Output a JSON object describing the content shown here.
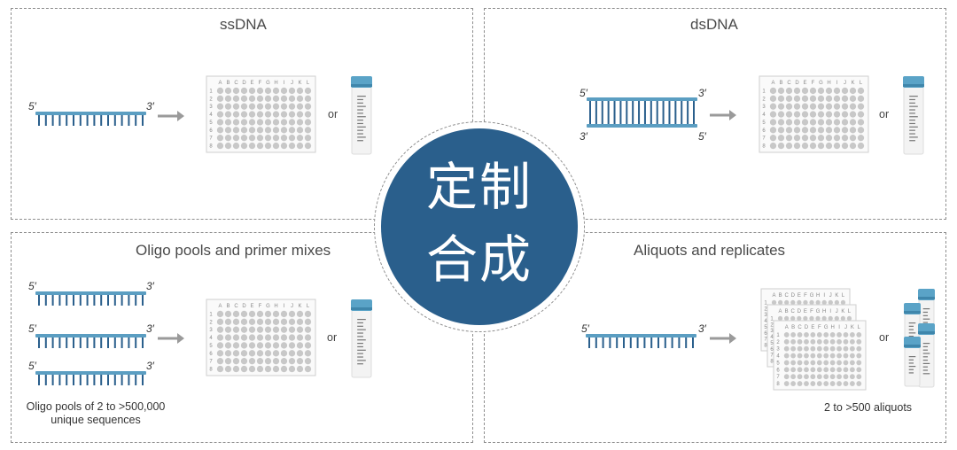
{
  "hub": {
    "line1": "定制",
    "line2": "合成"
  },
  "panels": {
    "ssdna": {
      "title": "ssDNA",
      "five": "5′",
      "three": "3′",
      "or": "or"
    },
    "dsdna": {
      "title": "dsDNA",
      "five_top": "5′",
      "three_top": "3′",
      "three_bottom": "3′",
      "five_bottom": "5′",
      "or": "or"
    },
    "oligo": {
      "title": "Oligo pools and primer mixes",
      "five": "5′",
      "three": "3′",
      "or": "or",
      "caption_line1": "Oligo pools of 2 to >500,000",
      "caption_line2": "unique sequences"
    },
    "aliquots": {
      "title": "Aliquots and replicates",
      "five": "5′",
      "three": "3′",
      "or": "or",
      "caption": "2 to >500 aliquots"
    }
  },
  "plate": {
    "columns": [
      "A",
      "B",
      "C",
      "D",
      "E",
      "F",
      "G",
      "H",
      "I",
      "J",
      "K",
      "L"
    ],
    "rows": [
      "1",
      "2",
      "3",
      "4",
      "5",
      "6",
      "7",
      "8"
    ]
  },
  "colors": {
    "hub": "#2a5f8c",
    "dna": "#5b9ec2",
    "dna_teeth": "#2a5f8c",
    "arrow": "#9a9a9a",
    "well": "#c8c8c8",
    "tube_cap": "#5aa3c7"
  }
}
